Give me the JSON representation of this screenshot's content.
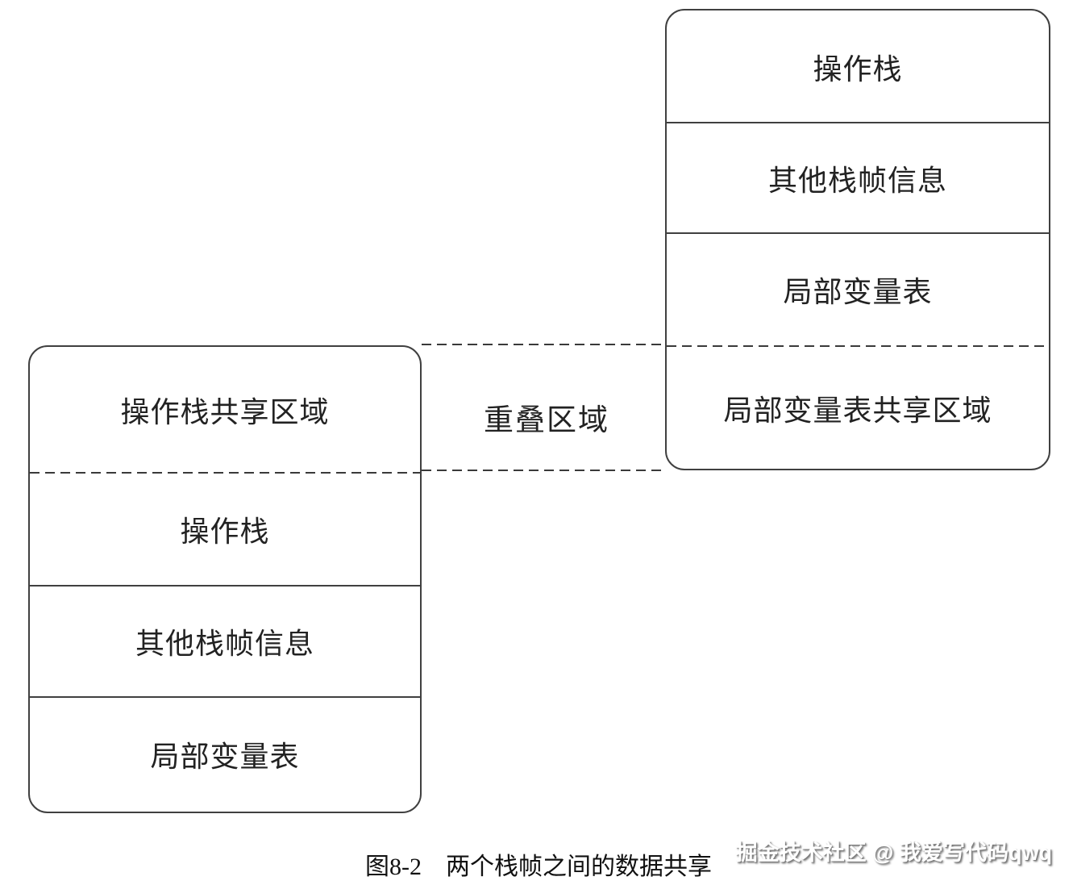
{
  "diagram": {
    "colors": {
      "line": "#404040",
      "text": "#222222",
      "background": "#ffffff"
    },
    "frame_top": {
      "cells": [
        {
          "label": "操作栈"
        },
        {
          "label": "其他栈帧信息"
        },
        {
          "label": "局部变量表"
        },
        {
          "label": "局部变量表共享区域"
        }
      ]
    },
    "frame_bottom": {
      "cells": [
        {
          "label": "操作栈共享区域"
        },
        {
          "label": "操作栈"
        },
        {
          "label": "其他栈帧信息"
        },
        {
          "label": "局部变量表"
        }
      ]
    },
    "overlap_label": "重叠区域"
  },
  "caption": {
    "text": "图8-2　两个栈帧之间的数据共享"
  },
  "watermark": {
    "text": "掘金技术社区 @ 我爱写代码qwq"
  }
}
